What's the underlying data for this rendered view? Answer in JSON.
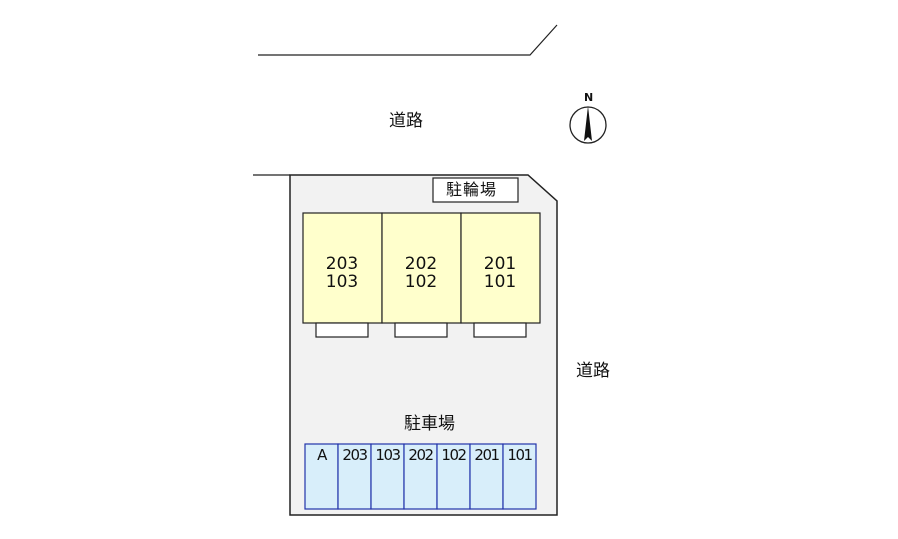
{
  "roads": {
    "north_label": "道路",
    "east_label": "道路"
  },
  "compass": {
    "label": "N"
  },
  "bicycle_parking": {
    "label": "駐輪場"
  },
  "parking_lot": {
    "label": "駐車場",
    "spaces": [
      "A",
      "203",
      "103",
      "202",
      "102",
      "201",
      "101"
    ]
  },
  "building_units": [
    {
      "upper": "203",
      "lower": "103"
    },
    {
      "upper": "202",
      "lower": "102"
    },
    {
      "upper": "201",
      "lower": "101"
    }
  ],
  "colors": {
    "unit_fill": "#ffffcc",
    "parking_fill": "#d8eefa",
    "parking_stroke": "#2233aa",
    "lot_fill": "#f2f2f2",
    "line": "#222222"
  }
}
